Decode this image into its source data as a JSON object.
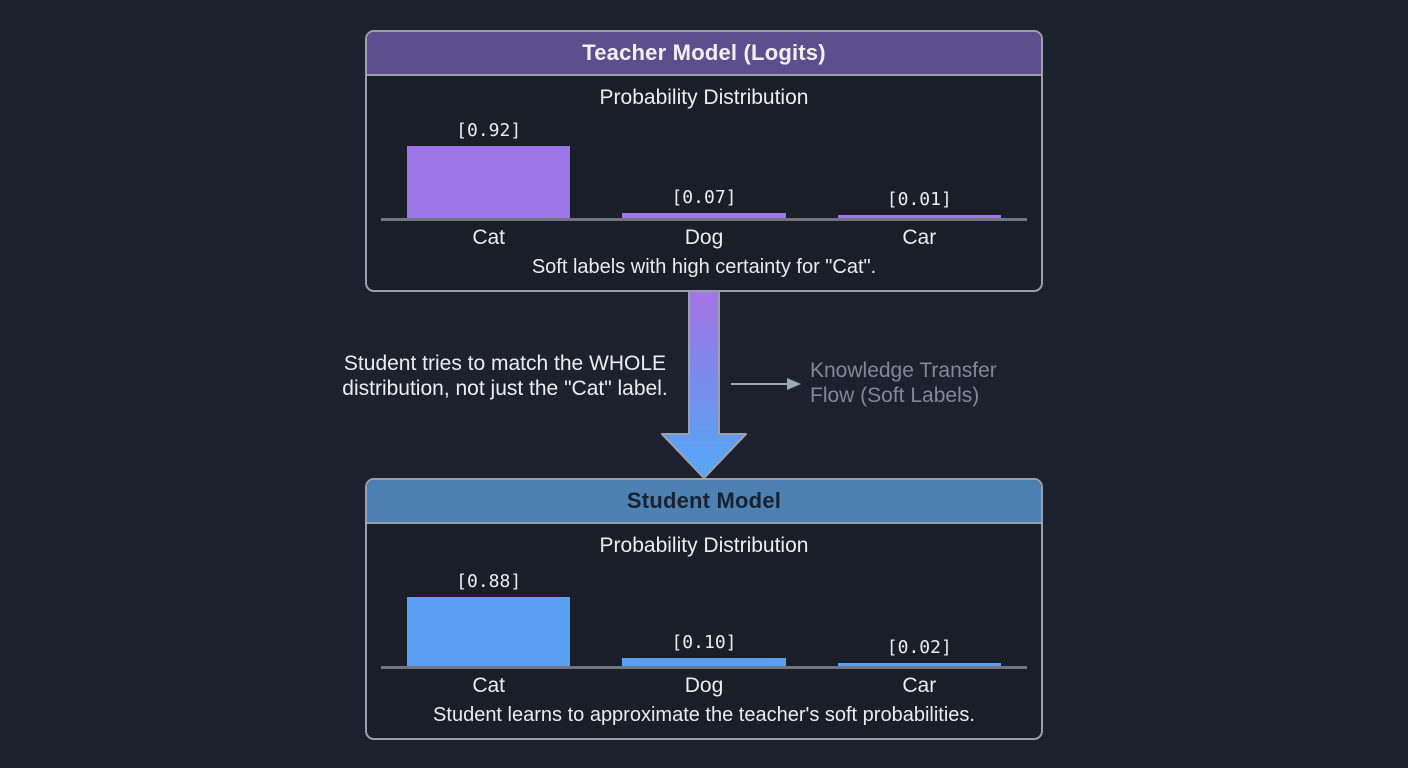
{
  "background_color": "#1d212e",
  "teacher_panel": {
    "title": "Teacher Model (Logits)",
    "header_color": "#5d4e8e",
    "title_text_color": "#f2f0f7",
    "bar_color": "#9d76e8"
  },
  "student_panel": {
    "title": "Student Model",
    "header_color": "#4d80b3",
    "title_text_color": "#16222f",
    "bar_color": "#5b9ff2"
  },
  "annotations": {
    "match_text_line1": "Student tries to match the WHOLE",
    "match_text_line2": "distribution, not just the \"Cat\" label.",
    "transfer_label_line1": "Knowledge Transfer",
    "transfer_label_line2": "Flow (Soft Labels)",
    "transfer_label_color": "#7f8899"
  },
  "flow_arrow": {
    "gradient_top": "#a873e6",
    "gradient_middle": "#7b8aec",
    "gradient_bottom": "#55a8f5",
    "outline_color": "#9aa2b0",
    "direction": "down"
  },
  "chart_data": [
    {
      "type": "bar",
      "panel": "Teacher Model (Logits)",
      "title": "Probability Distribution",
      "categories": [
        "Cat",
        "Dog",
        "Car"
      ],
      "values": [
        0.92,
        0.07,
        0.01
      ],
      "value_labels": [
        "[0.92]",
        "[0.07]",
        "[0.01]"
      ],
      "bar_color": "#9d76e8",
      "caption": "Soft labels with high certainty for \"Cat\".",
      "ylim": [
        0,
        1
      ],
      "grid": false,
      "legend": false
    },
    {
      "type": "bar",
      "panel": "Student Model",
      "title": "Probability Distribution",
      "categories": [
        "Cat",
        "Dog",
        "Car"
      ],
      "values": [
        0.88,
        0.1,
        0.02
      ],
      "value_labels": [
        "[0.88]",
        "[0.10]",
        "[0.02]"
      ],
      "bar_color": "#5b9ff2",
      "caption": "Student learns to approximate the teacher's soft probabilities.",
      "ylim": [
        0,
        1
      ],
      "grid": false,
      "legend": false
    }
  ]
}
